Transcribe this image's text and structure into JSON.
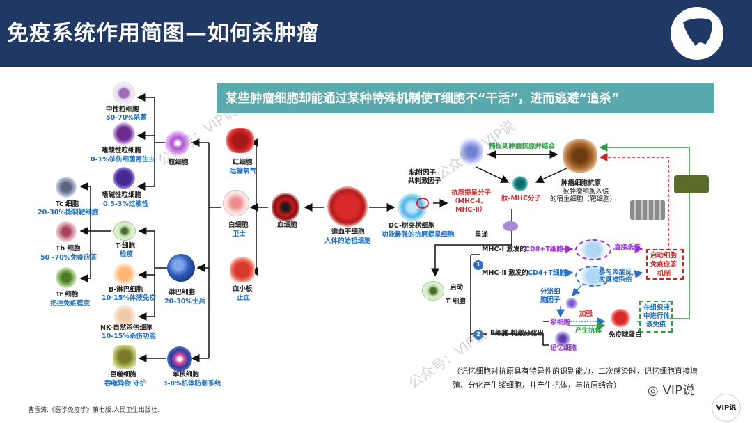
{
  "header": {
    "title": "免疫系统作用简图—如何杀肿瘤"
  },
  "banner": {
    "text": "某些肿瘤细胞却能通过某种特殊机制使T细胞不“干活”，进而逃避“追杀”"
  },
  "tree": {
    "stem_cell": {
      "name": "造血干细胞",
      "desc": "人体的始祖细胞"
    },
    "blood_cell": {
      "name": "血细胞"
    },
    "rbc": {
      "name": "红细胞",
      "desc": "运输氧气"
    },
    "wbc": {
      "name": "白细胞",
      "desc": "卫士"
    },
    "platelet": {
      "name": "血小板",
      "desc": "止血"
    },
    "granulocyte": {
      "name": "粒细胞"
    },
    "lymphocyte": {
      "name": "淋巴细胞",
      "desc": "20-30%士兵"
    },
    "monocyte": {
      "name": "单核细胞",
      "desc": "3-8%机体防御系统"
    },
    "neutrophil": {
      "name": "中性粒细胞",
      "desc": "50-70%杀菌"
    },
    "eosinophil": {
      "name": "嗜酸性粒细胞",
      "desc": "0-1%杀伤细菌寄生虫"
    },
    "basophil": {
      "name": "嗜碱性粒细胞",
      "desc": "0.5-3%过敏性"
    },
    "t_cell": {
      "name": "T-细胞",
      "desc": "检疫"
    },
    "b_cell": {
      "name": "B-淋巴细胞",
      "desc": "10-15%体液免疫"
    },
    "nk_cell": {
      "name": "NK-自然杀伤细胞",
      "desc": "10-15%杀伤功能"
    },
    "macrophage": {
      "name": "巨噬细胞",
      "desc": "吞噬异物 守护"
    },
    "tc": {
      "name": "Tc 细胞",
      "desc": "20-30%撕裂靶细胞"
    },
    "th": {
      "name": "Th 细胞",
      "desc": "50 -70%免疫应答"
    },
    "tr": {
      "name": "Tr 细胞",
      "desc": "把控免疫程度"
    }
  },
  "pathway": {
    "dc": {
      "name": "DC-树突状细胞",
      "desc": "功能最强的抗原提呈细胞"
    },
    "adhesion": {
      "line1": "粘附因子",
      "line2": "共刺激因子"
    },
    "apc_molecule": {
      "line1": "抗原提呈分子",
      "line2": "（MHC-Ⅰ、",
      "line3": "MHC-Ⅱ）"
    },
    "capture": "捕捉到肿瘤抗原并结合",
    "peptide_mhc": "肽-MHC分子",
    "tumor_antigen": {
      "name": "肿瘤细胞抗原",
      "line1": "被肿瘤细胞入侵",
      "line2": "的宿主细胞（靶细胞）"
    },
    "present": "呈递",
    "activate_t": {
      "line1": "启动",
      "line2": "T 细胞"
    },
    "mhc1": {
      "label": "MHC-Ⅰ 激发的",
      "cell": "CD8+T细胞",
      "action": "直接杀伤"
    },
    "mhc2": {
      "label": "MHC-Ⅱ 激发的",
      "cell": "CD4+T细胞",
      "action_line1": "参与炎症反",
      "action_line2": "应直接杀伤"
    },
    "response_box": {
      "line1": "启动细胞",
      "line2": "免疫应答",
      "line3": "机制"
    },
    "cytokine": {
      "line1": "分泌细",
      "line2": "胞因子"
    },
    "enhance": "加强",
    "plasma_cell": "浆细胞",
    "antibody": "产生抗体",
    "immunoglobulin": "免疫球蛋白",
    "humoral_box": {
      "line1": "在组织液",
      "line2": "中进行体",
      "line3": "液免疫"
    },
    "b_activate": "B细胞 刺激分化出",
    "memory_cell": "记忆细胞",
    "num1": "1",
    "num2": "2",
    "memory_note": {
      "line1": "（记忆细胞对抗原具有特异性的识别能力，二次感染时，记忆细胞直接增",
      "line2": "殖、分化产生浆细胞，并产生抗体，与抗原结合）"
    }
  },
  "footer": {
    "citation": "曹雪涛.《医学免疫学》第七版.人民卫生出版社.",
    "vip": "VIP说",
    "badge": "VIP说"
  },
  "watermark": {
    "text": "公众号：VIP说"
  },
  "colors": {
    "header_bg": "#1f3864",
    "banner_bg": "#5aa9ad",
    "label_blue": "#1f6fbf",
    "cd8_purple": "#9b30d9",
    "box_red": "#cc2222",
    "box_green": "#2e9e44"
  }
}
